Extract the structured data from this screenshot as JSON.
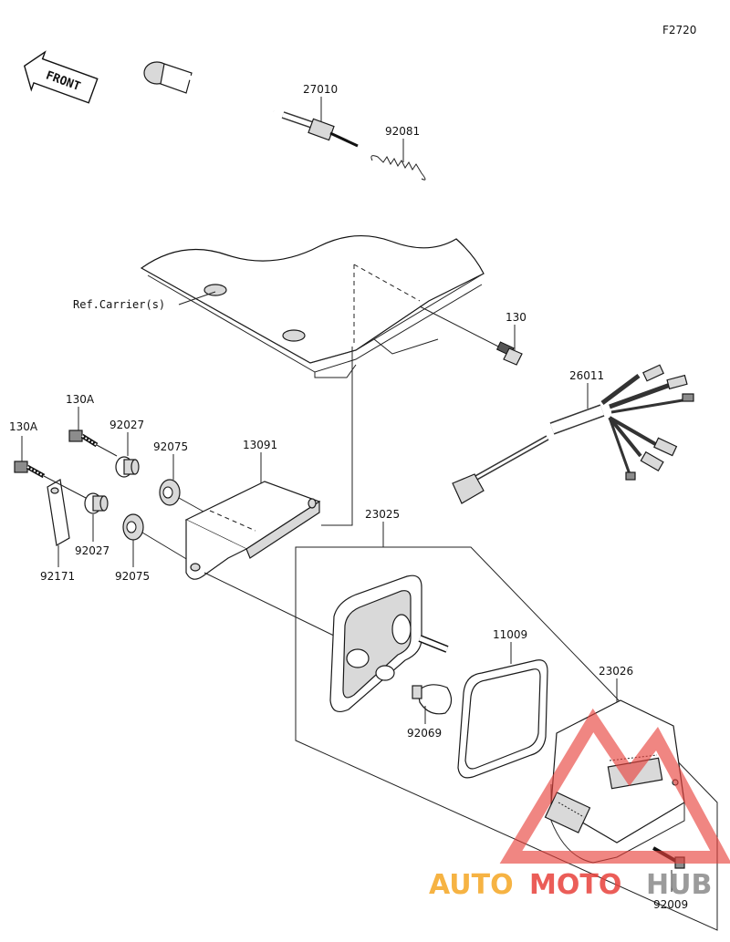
{
  "figure_code": "F2720",
  "front_label": "FRONT",
  "reference_label": "Ref.Carrier(s)",
  "parts": {
    "p27010": "27010",
    "p92081": "92081",
    "p130": "130",
    "p26011": "26011",
    "p130A_upper": "130A",
    "p130A_left": "130A",
    "p92027_upper": "92027",
    "p92075_upper": "92075",
    "p13091": "13091",
    "p92027_lower": "92027",
    "p92171": "92171",
    "p92075_lower": "92075",
    "p23025": "23025",
    "p11009": "11009",
    "p23026": "23026",
    "p92069": "92069",
    "p92009": "92009"
  },
  "watermark": {
    "part1": "AUTO",
    "part2": "MOTO",
    "part3": "HUB",
    "color_orange": "#f5a623",
    "color_red": "#e8413c",
    "color_gray": "#8a8a8a"
  }
}
